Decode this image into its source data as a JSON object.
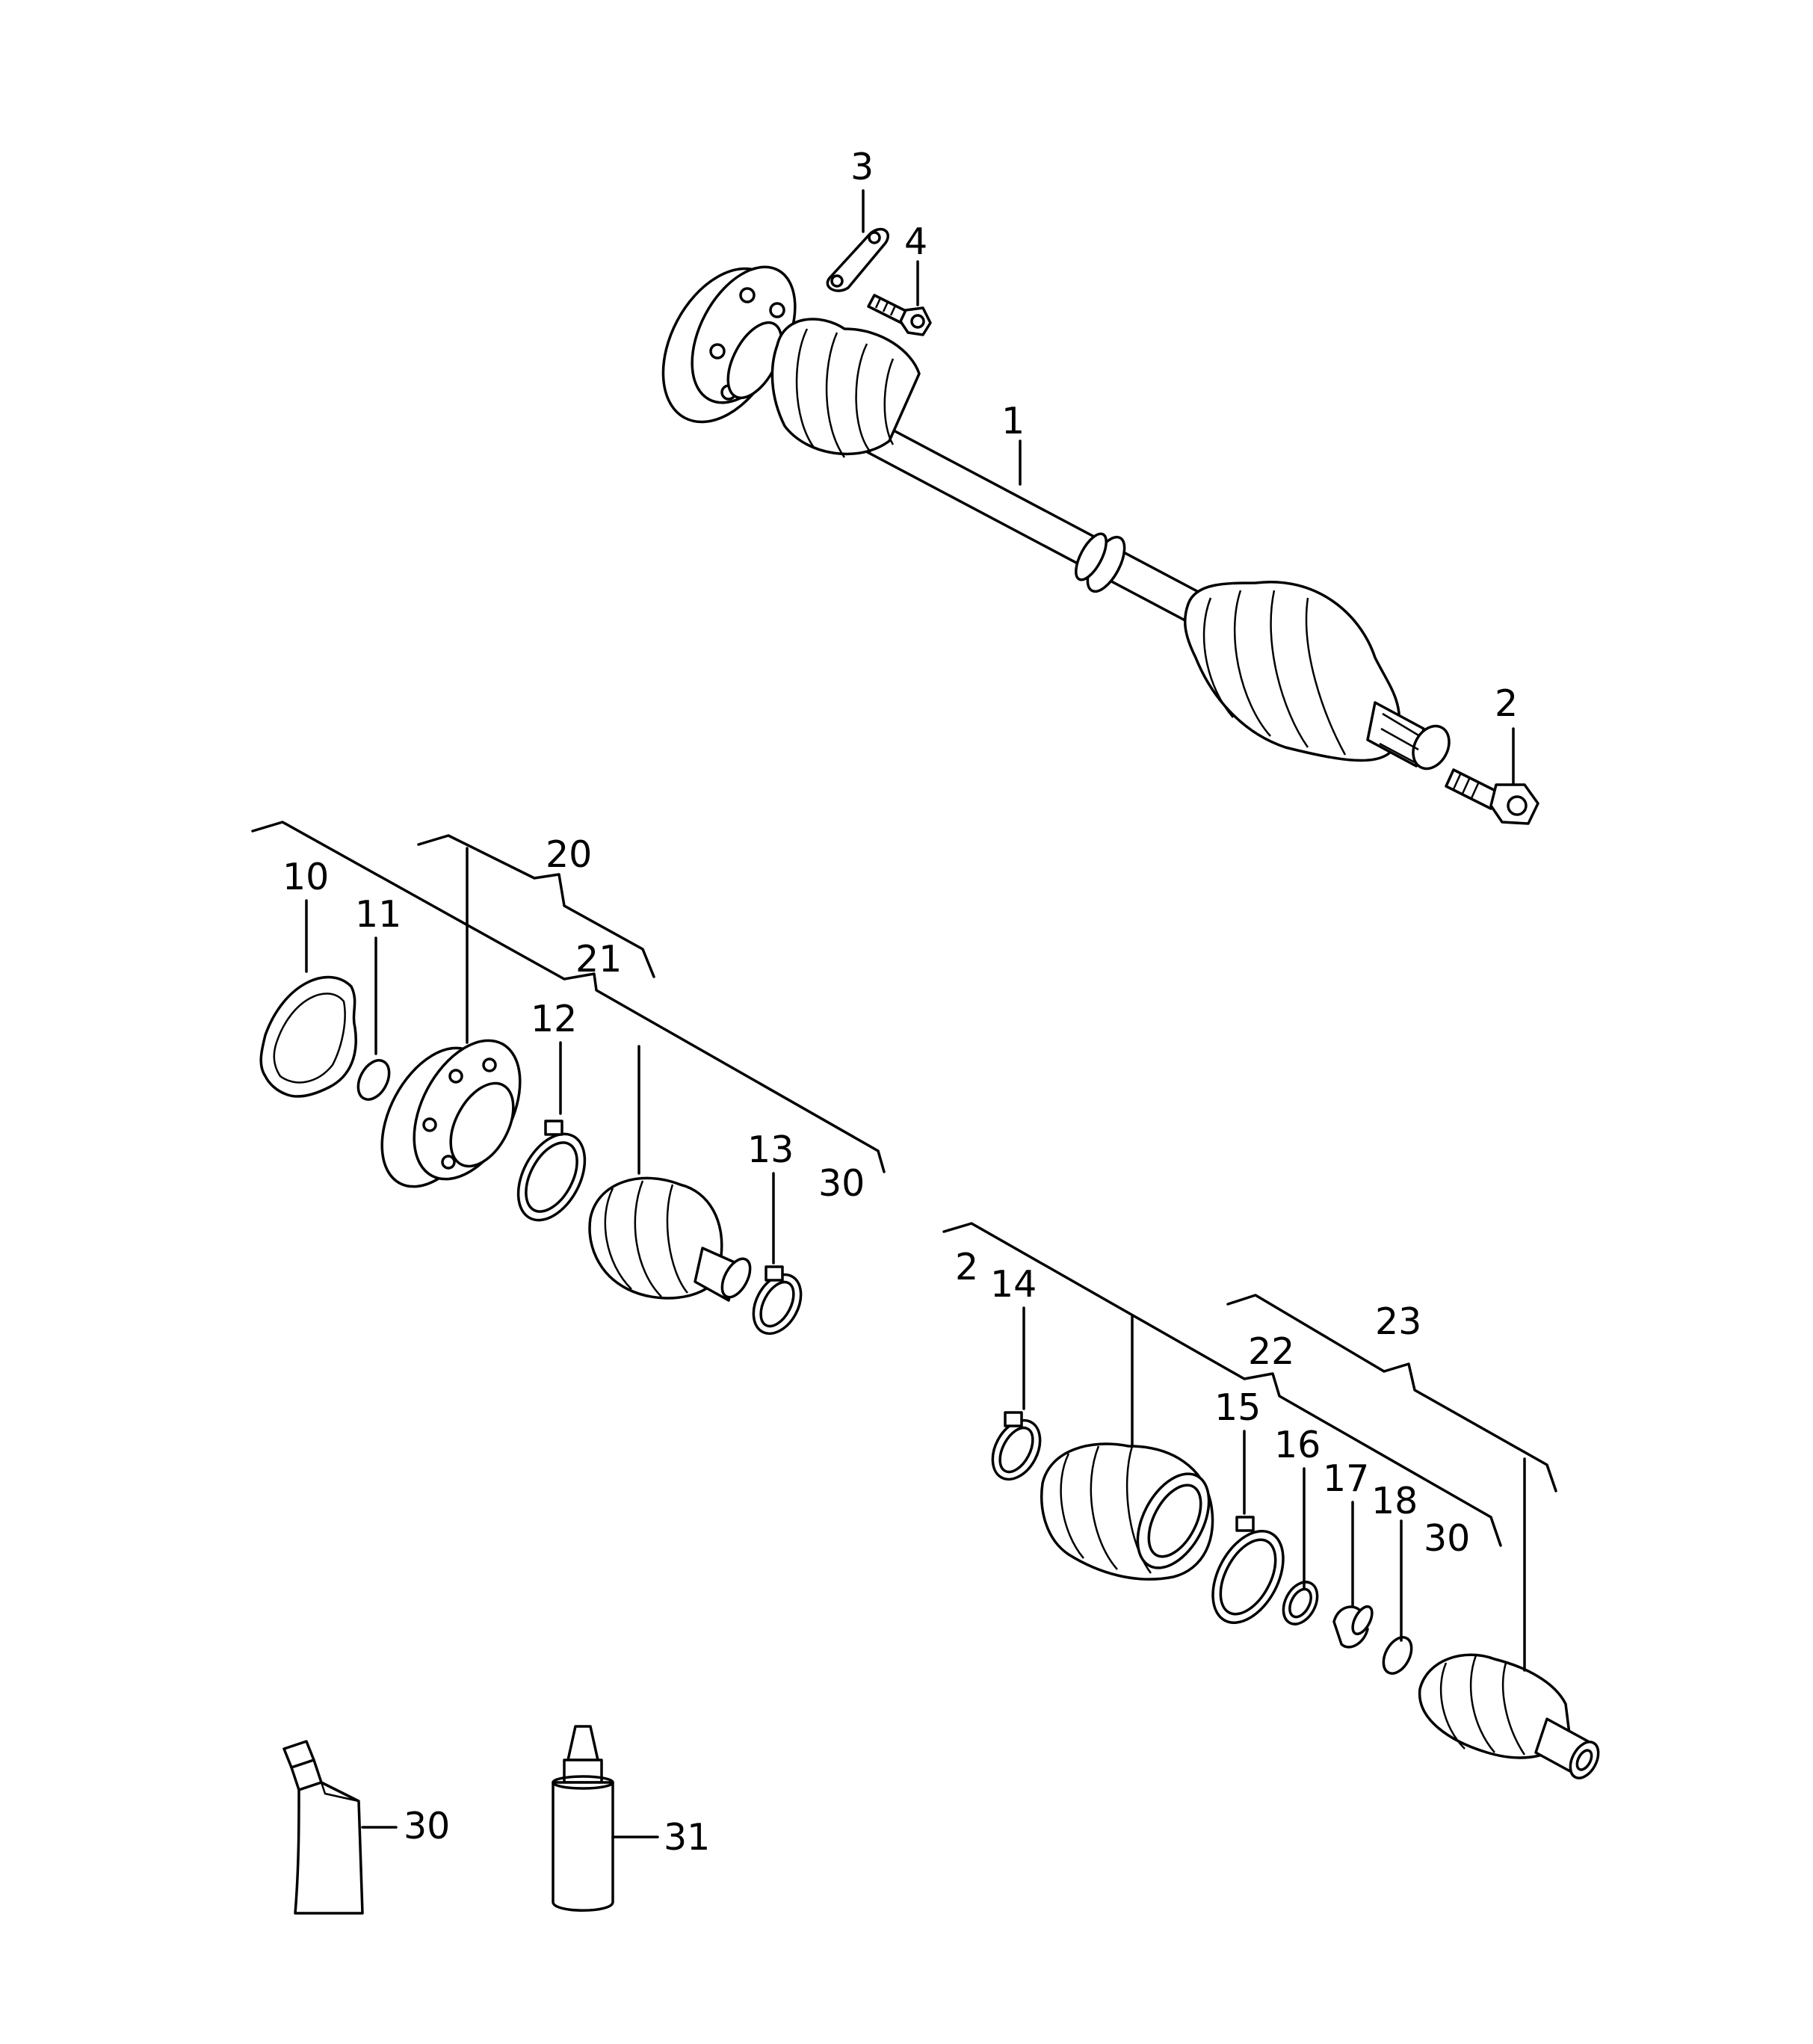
{
  "callouts": {
    "c1": "1",
    "c2_top": "2",
    "c3": "3",
    "c4": "4",
    "c10": "10",
    "c11": "11",
    "c12": "12",
    "c13": "13",
    "c20": "20",
    "c21": "21",
    "c30_left": "30",
    "c2_right": "2",
    "c14": "14",
    "c15": "15",
    "c16": "16",
    "c17": "17",
    "c18": "18",
    "c22": "22",
    "c23": "23",
    "c30_right": "30",
    "c30_tube": "30",
    "c31_bottle": "31"
  }
}
